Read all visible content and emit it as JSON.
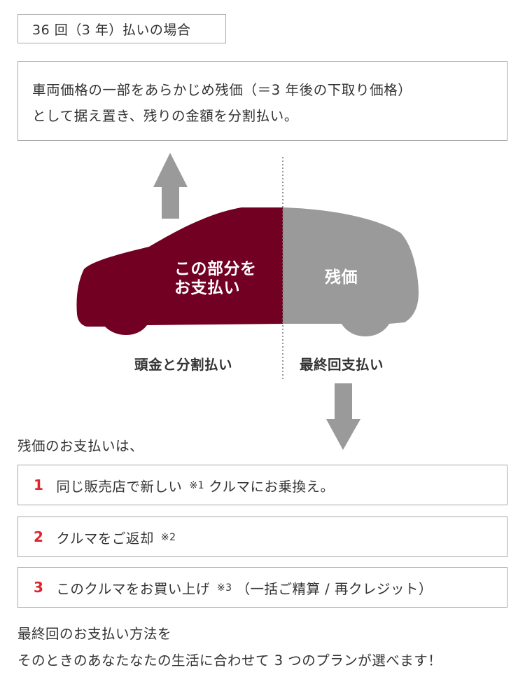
{
  "header": {
    "title": "36 回（3 年）払いの場合"
  },
  "description": {
    "line1": "車両価格の一部をあらかじめ残価（＝3 年後の下取り価格）",
    "line2": "として据え置き、残りの金額を分割払い。"
  },
  "illustration": {
    "left_label_line1": "この部分を",
    "left_label_line2": "お支払い",
    "right_label": "残価",
    "left_caption": "頭金と分割払い",
    "right_caption": "最終回支払い",
    "colors": {
      "paid_portion": "#720022",
      "residual_portion": "#9a9a9a",
      "arrows": "#9a9a9a"
    }
  },
  "options_intro": "残価のお支払いは、",
  "options": [
    {
      "number": "1",
      "text": "同じ販売店で新しい",
      "note": "※1",
      "text_after": "クルマにお乗換え。"
    },
    {
      "number": "2",
      "text": "クルマをご返却",
      "note": "※2",
      "text_after": ""
    },
    {
      "number": "3",
      "text": "このクルマをお買い上げ",
      "note": "※3",
      "text_after": "（一括ご精算 / 再クレジット）"
    }
  ],
  "footer": {
    "line1": "最終回のお支払い方法を",
    "line2": "そのときのあなたなたの生活に合わせて 3 つのプランが選べます！"
  },
  "accent_color": "#e0252f"
}
